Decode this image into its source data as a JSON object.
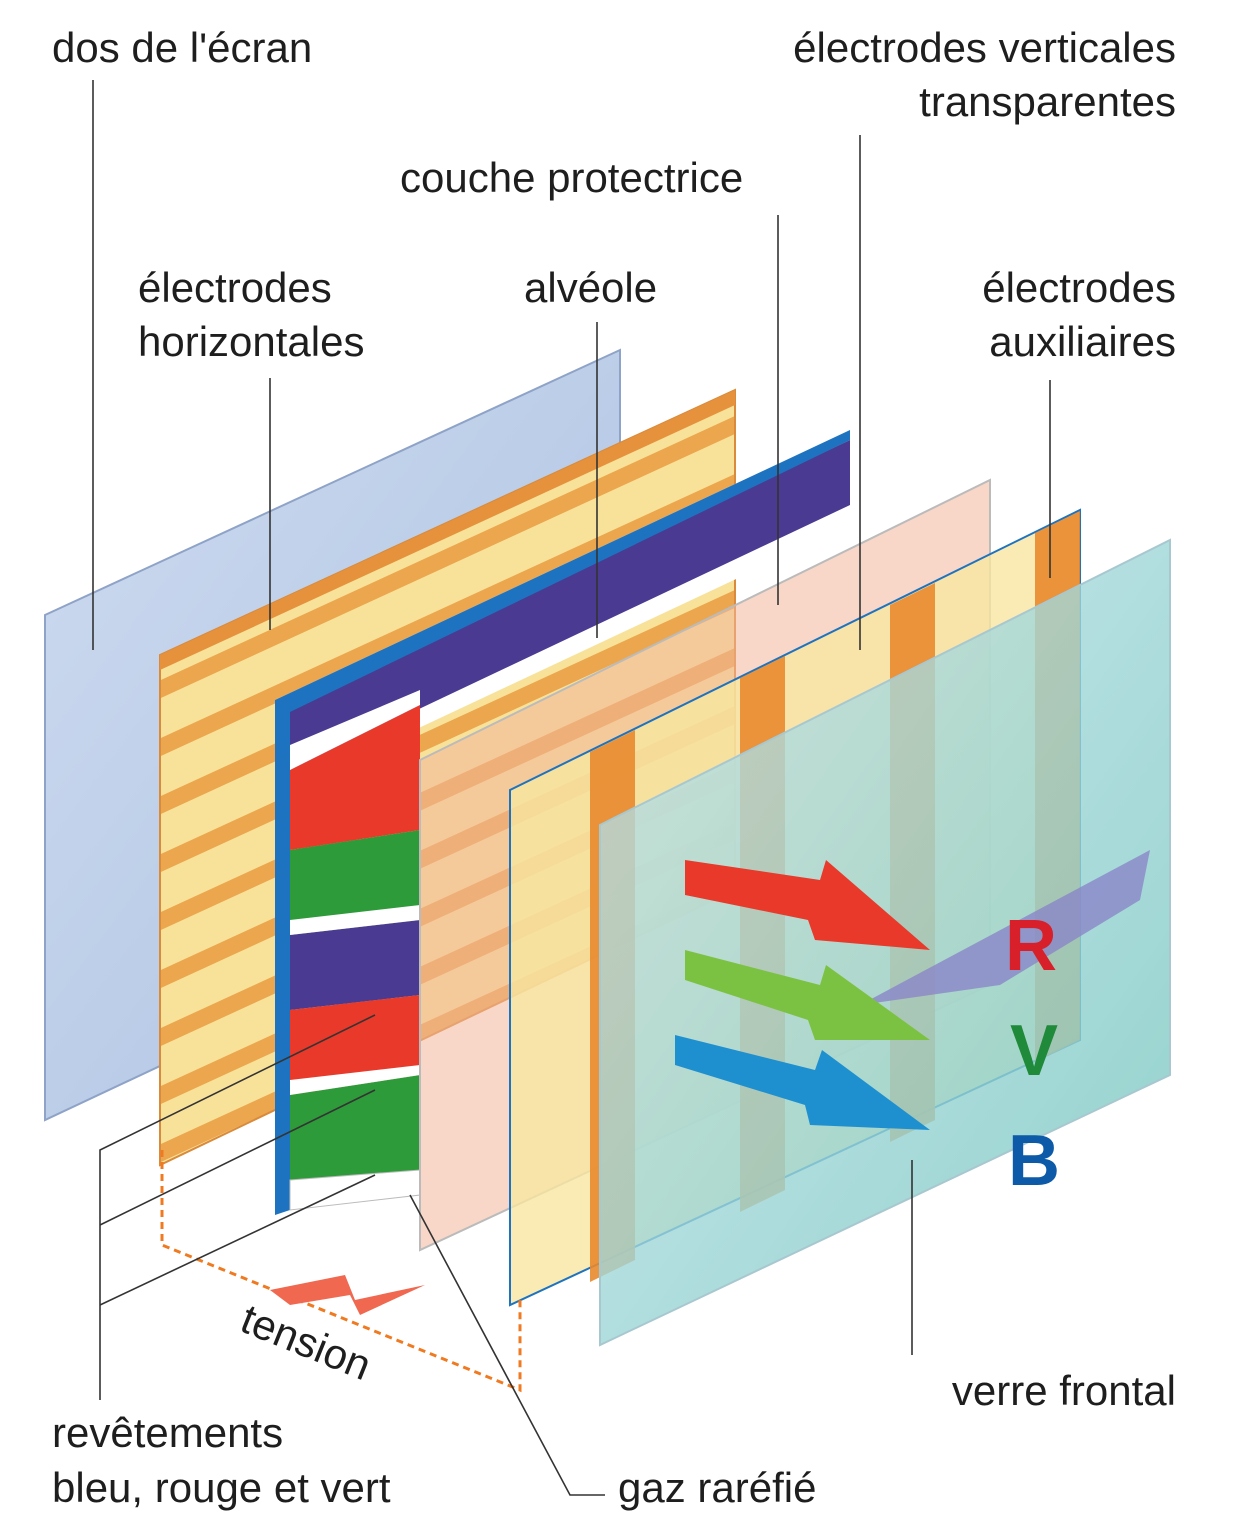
{
  "labels": {
    "back_screen": "dos de l'écran",
    "vertical_electrodes": {
      "line1": "électrodes verticales",
      "line2": "transparentes"
    },
    "protective_layer": "couche protectrice",
    "horizontal_electrodes": {
      "line1": "électrodes",
      "line2": "horizontales"
    },
    "cell": "alvéole",
    "auxiliary_electrodes": {
      "line1": "électrodes",
      "line2": "auxiliaires"
    },
    "voltage": "tension",
    "coatings": {
      "line1": "revêtements",
      "line2": "bleu, rouge et vert"
    },
    "rarefied_gas": "gaz raréfié",
    "front_glass": "verre frontal"
  },
  "rgb": {
    "r": "R",
    "g": "V",
    "b": "B"
  },
  "colors": {
    "red": "#e8392a",
    "green": "#2e9b3a",
    "blue": "#1e73c0",
    "violet": "#4a3a92",
    "orange": "#e88a2e",
    "yellow": "#f8e6a0"
  }
}
